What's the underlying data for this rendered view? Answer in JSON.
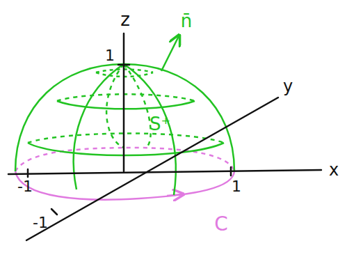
{
  "diagram": {
    "labels": [
      "z",
      "n̄",
      "1",
      "S⁺",
      "y",
      "x",
      "-1",
      "-1",
      "1",
      "C"
    ]
  }
}
